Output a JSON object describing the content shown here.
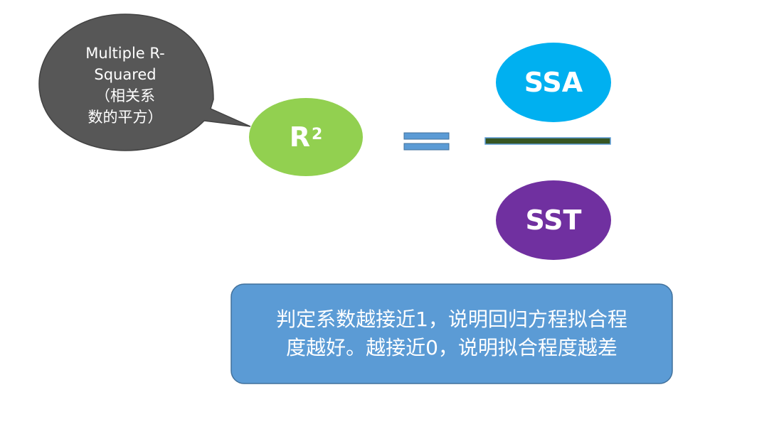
{
  "callout": {
    "lines": [
      "Multiple R-",
      "Squared",
      "（相关系",
      "数的平方）"
    ]
  },
  "r_squared": {
    "base": "R",
    "exponent": "2"
  },
  "fraction": {
    "numerator": "SSA",
    "denominator": "SST"
  },
  "note": {
    "lines": [
      "判定系数越接近1，说明回归方程拟合程",
      "度越好。越接近0，说明拟合程度越差"
    ]
  },
  "colors": {
    "callout": "#575757",
    "r_squared": "#92d050",
    "ssa": "#00b0f0",
    "sst": "#7030a0",
    "equals": "#5b9bd5",
    "fraction_bar": "#375623",
    "note_box": "#5b9bd5"
  }
}
